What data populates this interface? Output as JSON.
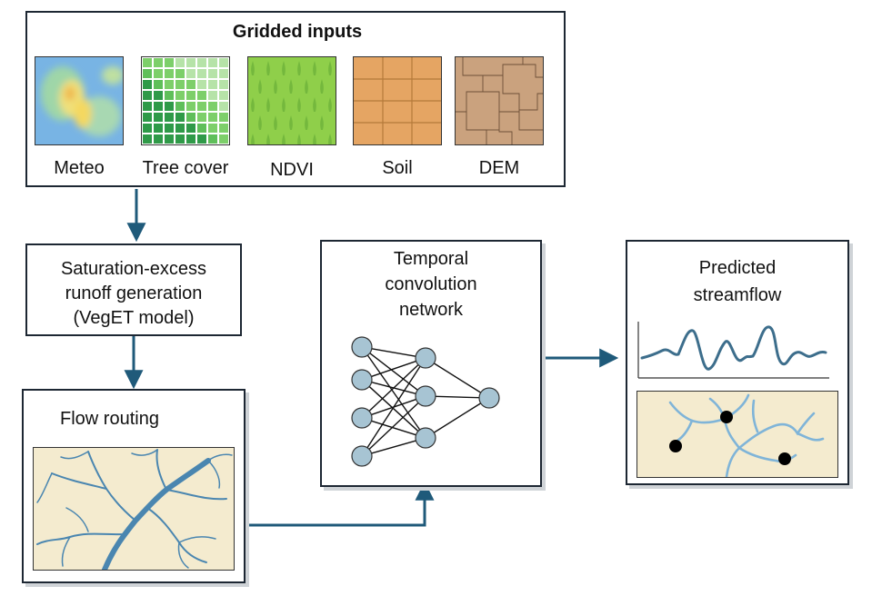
{
  "gridded_inputs": {
    "title": "Gridded inputs",
    "items": [
      {
        "label": "Meteo"
      },
      {
        "label": "Tree cover"
      },
      {
        "label": "NDVI"
      },
      {
        "label": "Soil"
      },
      {
        "label": "DEM"
      }
    ]
  },
  "runoff": {
    "lines": [
      "Saturation-excess",
      "runoff generation",
      "(VegET model)"
    ]
  },
  "routing": {
    "title": "Flow routing"
  },
  "tcn": {
    "lines": [
      "Temporal",
      "convolution",
      "network"
    ]
  },
  "prediction": {
    "lines": [
      "Predicted",
      "streamflow"
    ]
  },
  "colors": {
    "arrow": "#1f5a7a",
    "river": "#4a86b0",
    "land": "#f4ebcf",
    "node": "#a7c4d3",
    "wave": "#3d6e8c",
    "soil": "#e5a563",
    "dem": "#caa27e",
    "ndvi": "#8fcf4a",
    "tree": "#3fa84f"
  }
}
